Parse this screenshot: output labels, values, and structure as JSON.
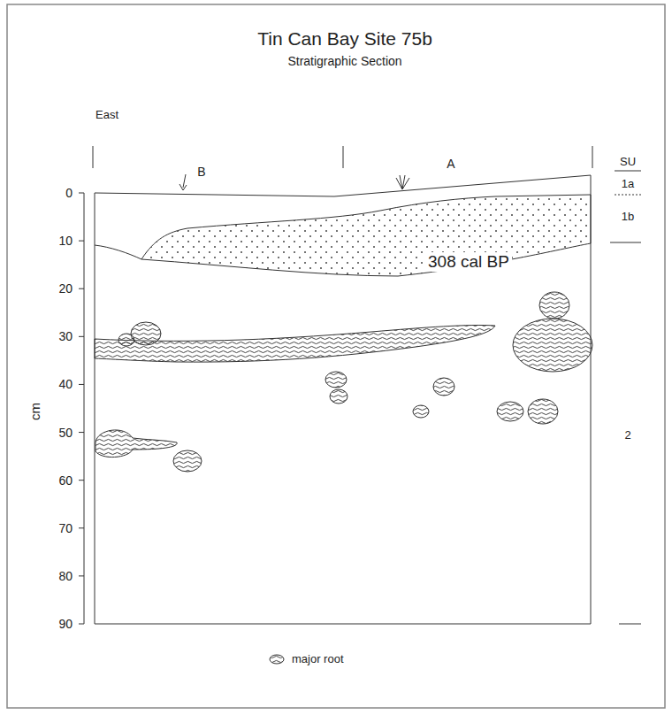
{
  "diagram": {
    "title": "Tin Can Bay Site 75b",
    "labels": [
      "Stratigraphic Section",
      "East",
      "B",
      "A",
      "SU",
      "1a",
      "1b",
      "2",
      "0",
      "10",
      "20",
      "30",
      "40",
      "50",
      "60",
      "70",
      "80",
      "90",
      "cm",
      "308 cal BP"
    ],
    "legend": [
      {
        "text": "major root"
      }
    ]
  }
}
